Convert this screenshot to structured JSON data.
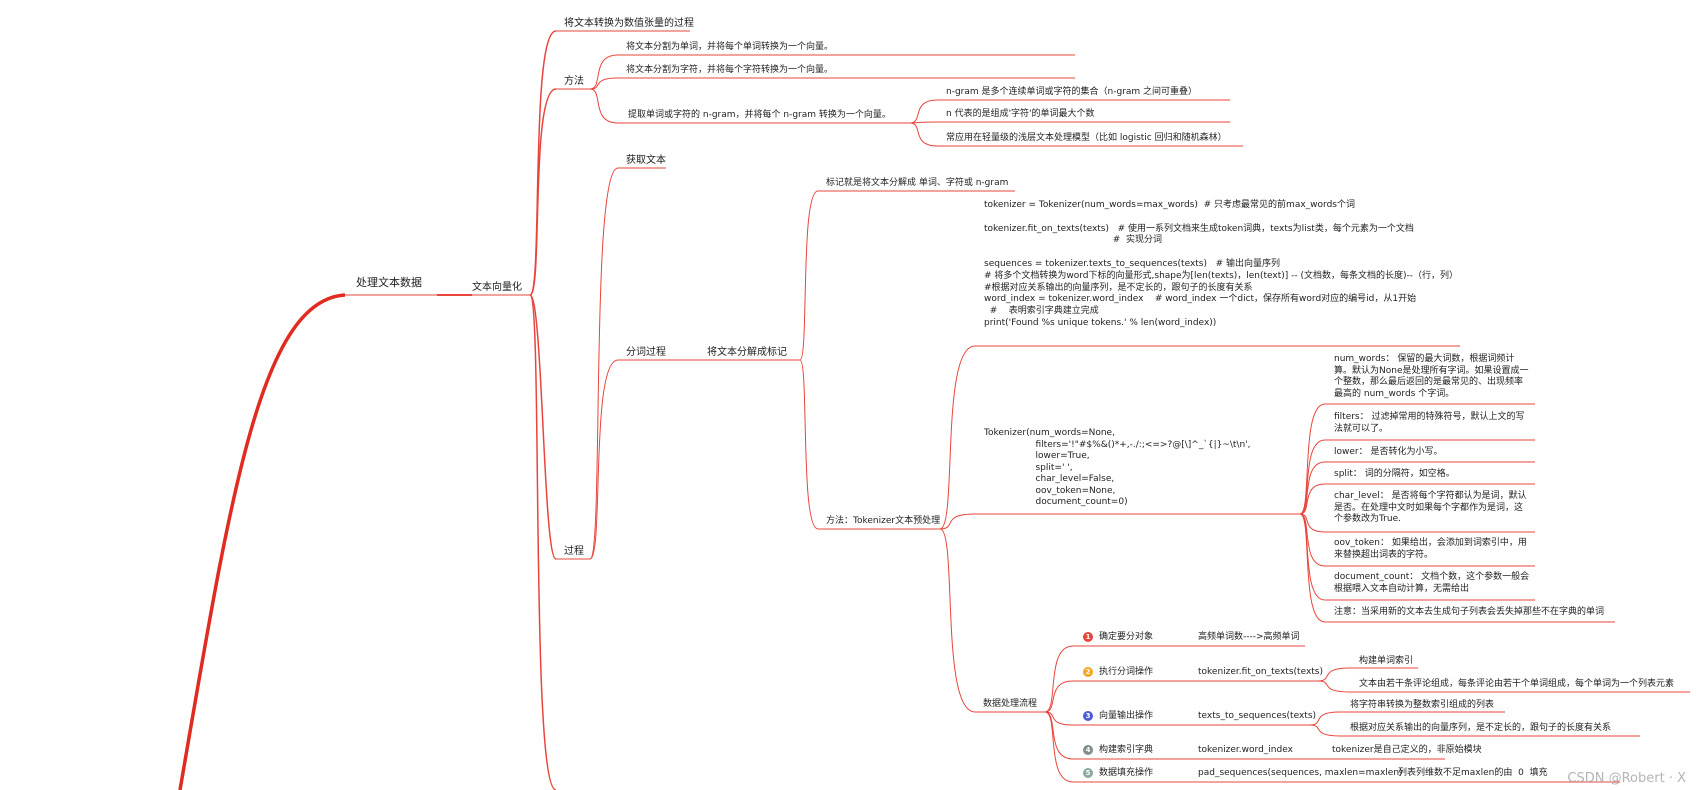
{
  "mindmap": {
    "root": "处理文本数据",
    "vectorize": "文本向量化",
    "definition": "将文本转换为数值张量的过程",
    "method": {
      "label": "方法",
      "items": [
        "将文本分割为单词，并将每个单词转换为一个向量。",
        "将文本分割为字符，并将每个字符转换为一个向量。",
        "提取单词或字符的 n-gram，并将每个 n-gram 转换为一个向量。"
      ],
      "ngram_notes": [
        "n-gram 是多个连续单词或字符的集合（n-gram 之间可重叠）",
        "n 代表的是组成'字符'的单词最大个数",
        "常应用在轻量级的浅层文本处理模型（比如 logistic 回归和随机森林）"
      ]
    },
    "process": {
      "label": "过程",
      "get_text": "获取文本",
      "tokenize": "分词过程",
      "decompose": "将文本分解成标记",
      "token_def": "标记就是将文本分解成 单词、字符或 n-gram",
      "code": [
        "tokenizer = Tokenizer(num_words=max_words)  # 只考虑最常见的前max_words个词",
        "",
        "tokenizer.fit_on_texts(texts)   # 使用一系列文档来生成token词典，texts为list类，每个元素为一个文档",
        "                                             #  实现分词",
        "",
        "sequences = tokenizer.texts_to_sequences(texts)   # 输出向量序列",
        "# 将多个文档转换为word下标的向量形式,shape为[len(texts)，len(text)] -- (文档数，每条文档的长度)--（行，列）",
        "#根据对应关系输出的向量序列，是不定长的，跟句子的长度有关系",
        "word_index = tokenizer.word_index    # word_index 一个dict，保存所有word对应的编号id，从1开始",
        "  #    表明索引字典建立完成",
        "print('Found %s unique tokens.' % len(word_index))"
      ],
      "method_label": "方法：Tokenizer文本预处理",
      "signature": [
        "Tokenizer(num_words=None,",
        "                  filters='!\"#$%&()*+,-./:;<=>?@[\\]^_`{|}~\\t\\n',",
        "                  lower=True,",
        "                  split=' ',",
        "                  char_level=False,",
        "                  oov_token=None,",
        "                  document_count=0)"
      ],
      "params": [
        [
          "num_words： 保留的最大词数，根据词频计",
          "算。默认为None是处理所有字词。如果设置成一",
          "个整数，那么最后返回的是最常见的、出现频率",
          "最高的 num_words 个字词。"
        ],
        [
          "filters： 过滤掉常用的特殊符号，默认上文的写",
          "法就可以了。"
        ],
        [
          "lower： 是否转化为小写。"
        ],
        [
          "split： 词的分隔符，如空格。"
        ],
        [
          "char_level： 是否将每个字符都认为是词，默认",
          "是否。在处理中文时如果每个字都作为是词，这",
          "个参数改为True."
        ],
        [
          "oov_token： 如果给出，会添加到词索引中，用",
          "来替换超出词表的字符。"
        ],
        [
          "document_count： 文档个数，这个参数一般会",
          "根据喂入文本自动计算，无需给出"
        ],
        [
          "注意：当采用新的文本去生成句子列表会丢失掉那些不在字典的单词"
        ]
      ],
      "flow_label": "数据处理流程",
      "steps": [
        {
          "num": "1",
          "color": "#e8453c",
          "label": "确定要分对象",
          "detail": "高频单词数---->高频单词",
          "notes": []
        },
        {
          "num": "2",
          "color": "#f5a623",
          "label": "执行分词操作",
          "detail": "tokenizer.fit_on_texts(texts)",
          "notes": [
            "构建单词索引",
            "文本由若干条评论组成，每条评论由若干个单词组成，每个单词为一个列表元素"
          ]
        },
        {
          "num": "3",
          "color": "#4a5bd4",
          "label": "向量输出操作",
          "detail": "texts_to_sequences(texts)",
          "notes": [
            "将字符串转换为整数索引组成的列表",
            "根据对应关系输出的向量序列，是不定长的，跟句子的长度有关系"
          ]
        },
        {
          "num": "4",
          "color": "#7d8f88",
          "label": "构建索引字典",
          "detail": "tokenizer.word_index",
          "notes": [
            "tokenizer是自己定义的，非原始模块"
          ]
        },
        {
          "num": "5",
          "color": "#8aa9a3",
          "label": "数据填充操作",
          "detail": "pad_sequences(sequences, maxlen=maxlen)",
          "notes": [
            "列表列维数不足maxlen的由  0  填充"
          ]
        }
      ]
    }
  },
  "colors": {
    "branch": "#e8453c",
    "root_branch": "#e02b20"
  },
  "watermark": "CSDN @Robert · X"
}
